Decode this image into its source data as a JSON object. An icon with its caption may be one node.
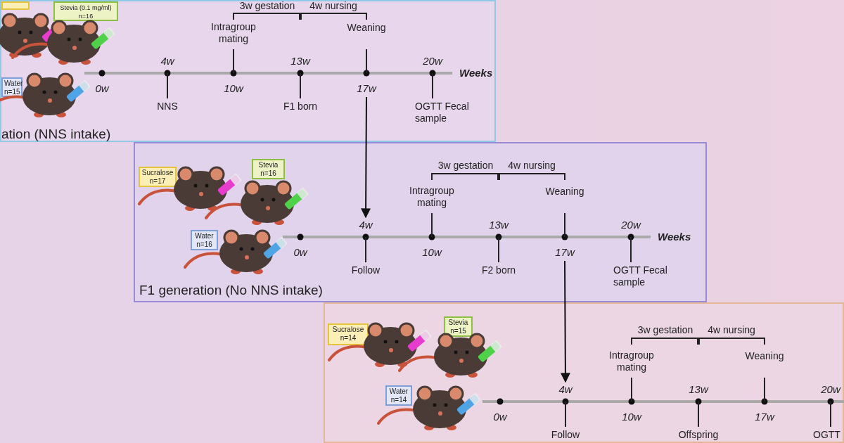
{
  "diagram": {
    "nodes": [
      {
        "text": [
          "ation (NNS intake)"
        ]
      },
      {
        "text": [],
        "shape": "box",
        "in": 0
      },
      {
        "text": [
          "Stevia (0.1 mg/ml) n=16"
        ],
        "in": 0
      },
      {
        "text": [
          "Water n=15"
        ],
        "in": 0
      },
      {
        "text": [
          "17w"
        ],
        "in": 0
      },
      {
        "text": [
          "F1 generation (No NNS intake)"
        ]
      },
      {
        "text": [
          "Sucralose n=17"
        ],
        "in": 5
      },
      {
        "text": [
          "Stevia n=16"
        ],
        "in": 5
      },
      {
        "text": [
          "Water n=16"
        ],
        "in": 5
      },
      {
        "text": [
          "4w"
        ],
        "in": 5
      },
      {
        "text": [
          "17w"
        ],
        "in": 5
      },
      {
        "text": [],
        "shape": "box"
      },
      {
        "text": [
          "Sucralose n=14"
        ],
        "in": 11
      },
      {
        "text": [
          "Stevia n=15"
        ],
        "in": 11
      },
      {
        "text": [
          "Water n=14"
        ],
        "in": 11
      },
      {
        "text": [
          "4w"
        ],
        "in": 11
      }
    ],
    "edges": [
      {
        "from": 4,
        "to": 9,
        "arrow": "to"
      },
      {
        "from": 10,
        "to": 15,
        "arrow": "to"
      }
    ],
    "labels": [
      "3w gestation",
      "4w nursing",
      "Intragroup mating",
      "Weaning",
      "4w",
      "13w",
      "20w",
      "Weeks",
      "0w",
      "10w",
      "NNS",
      "F1 born",
      "OGTT Fecal sample",
      "3w gestation",
      "4w nursing",
      "Intragroup mating",
      "Weaning",
      "13w",
      "20w",
      "Weeks",
      "0w",
      "10w",
      "Follow",
      "F2 born",
      "OGTT Fecal sample",
      "3w gestation",
      "4w nursing",
      "Intragroup mating",
      "Weaning",
      "13w",
      "20w",
      "0w",
      "10w",
      "17w",
      "Follow",
      "Offspring",
      "OGTT"
    ]
  }
}
